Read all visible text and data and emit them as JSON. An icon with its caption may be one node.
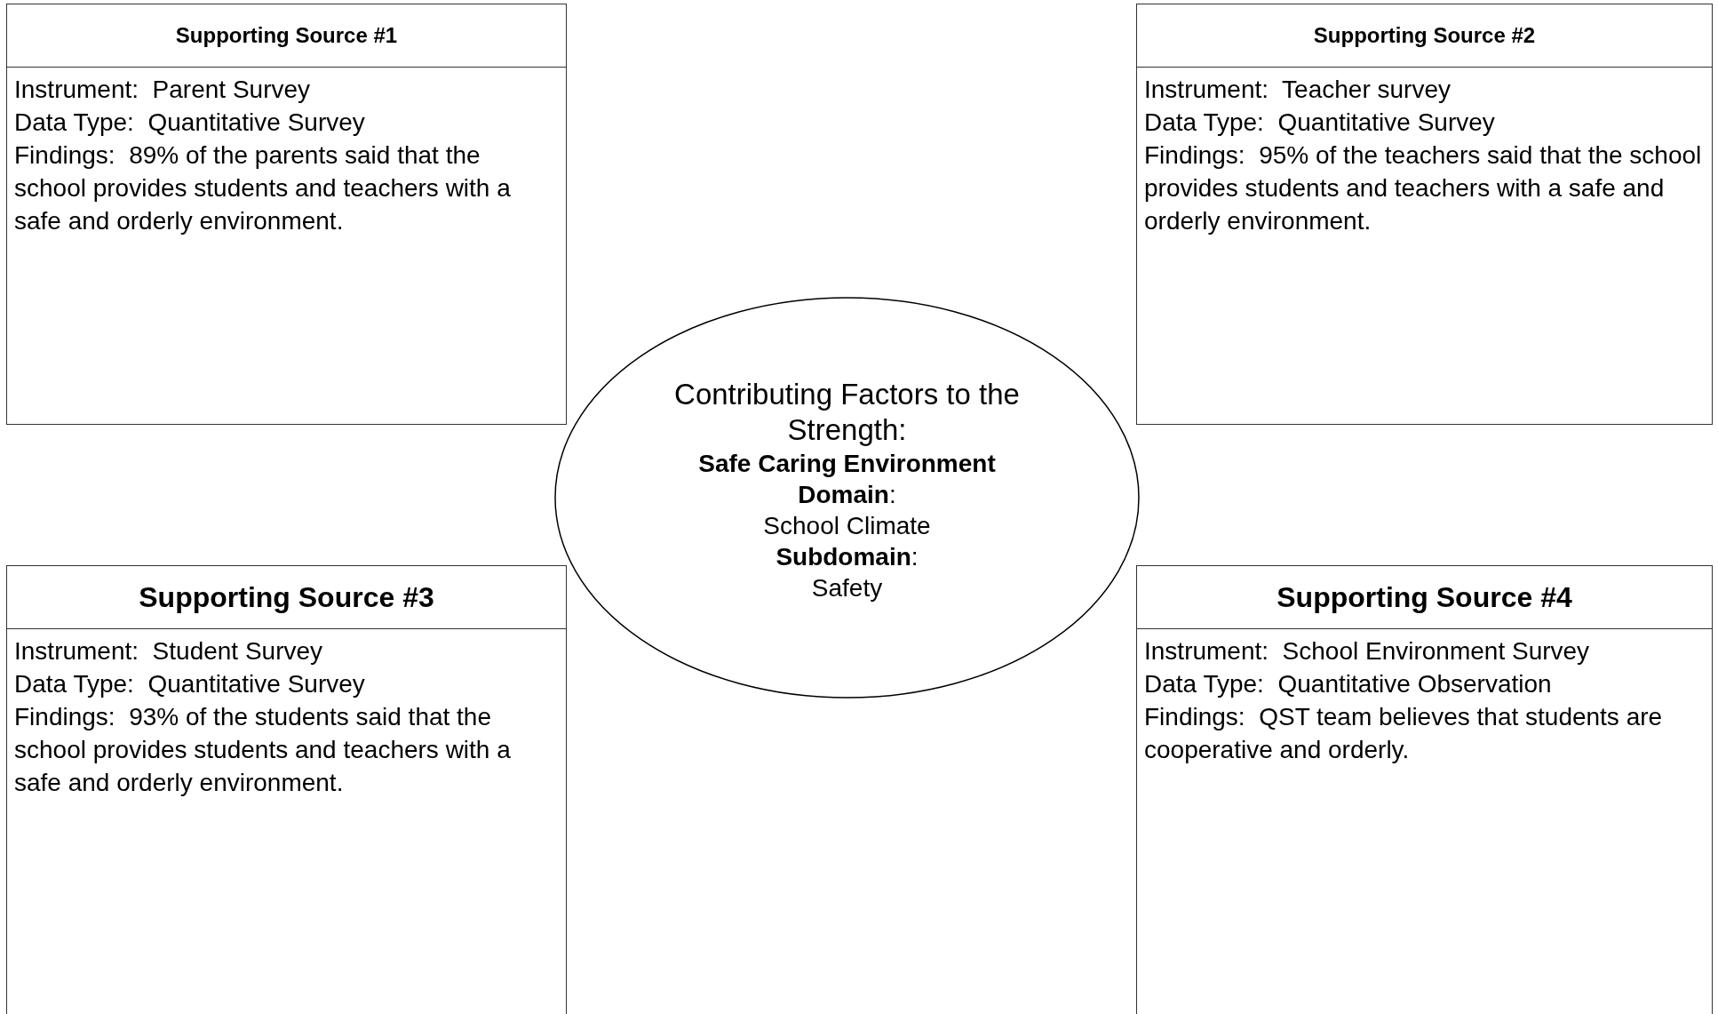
{
  "diagram": {
    "nodes": [
      {
        "text": [
          "Supporting Source #1",
          "Instrument:  Parent Survey",
          "Data Type:  Quantitative Survey",
          "Findings:  89% of the parents said that the school provides students and teachers with a safe and orderly environment."
        ]
      },
      {
        "text": [
          "Supporting Source #2",
          "Instrument:  Teacher survey",
          "Data Type:  Quantitative Survey",
          "Findings:  95% of the teachers said that the school provides students and teachers with a safe and orderly environment."
        ]
      },
      {
        "text": [
          "Contributing Factors to the Strength:",
          "Safe Caring Environment",
          "**Domain**:",
          "School Climate",
          "**Subdomain**:",
          "Safety"
        ]
      },
      {
        "text": [
          "Supporting Source #3",
          "Instrument:  Student Survey",
          "Data Type:  Quantitative Survey",
          "Findings:  93% of the students said that the school provides students and teachers with a safe and orderly environment."
        ]
      },
      {
        "text": [
          "Supporting Source #4",
          "Instrument:  School Environment Survey",
          "Data Type:  Quantitative Observation",
          "Findings:  QST team believes that students are cooperative and orderly."
        ]
      }
    ],
    "edges": []
  }
}
